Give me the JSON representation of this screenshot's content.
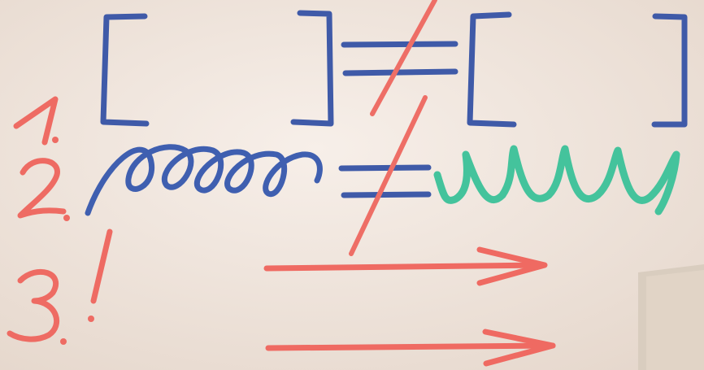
{
  "scene": "whiteboard-with-marker-drawings",
  "row_numbers": [
    "1.",
    "2.",
    "3."
  ],
  "exclamation": "!",
  "colors": {
    "board": "#f1e6de",
    "blue_marker": "#3f5fb0",
    "green_marker": "#3fc39a",
    "red_marker": "#ee6b63",
    "shadow_corner": "#e8dccf"
  },
  "rows": [
    {
      "number": "1.",
      "left": "square-bracket-pair",
      "relation": "not-equal",
      "right": "square-bracket-pair"
    },
    {
      "number": "2.",
      "left": "loopy-scribble",
      "relation": "not-equal",
      "right": "wavy-zigzag"
    },
    {
      "number": "3.",
      "left": "",
      "relation": "",
      "right": "two-red-arrows"
    }
  ]
}
